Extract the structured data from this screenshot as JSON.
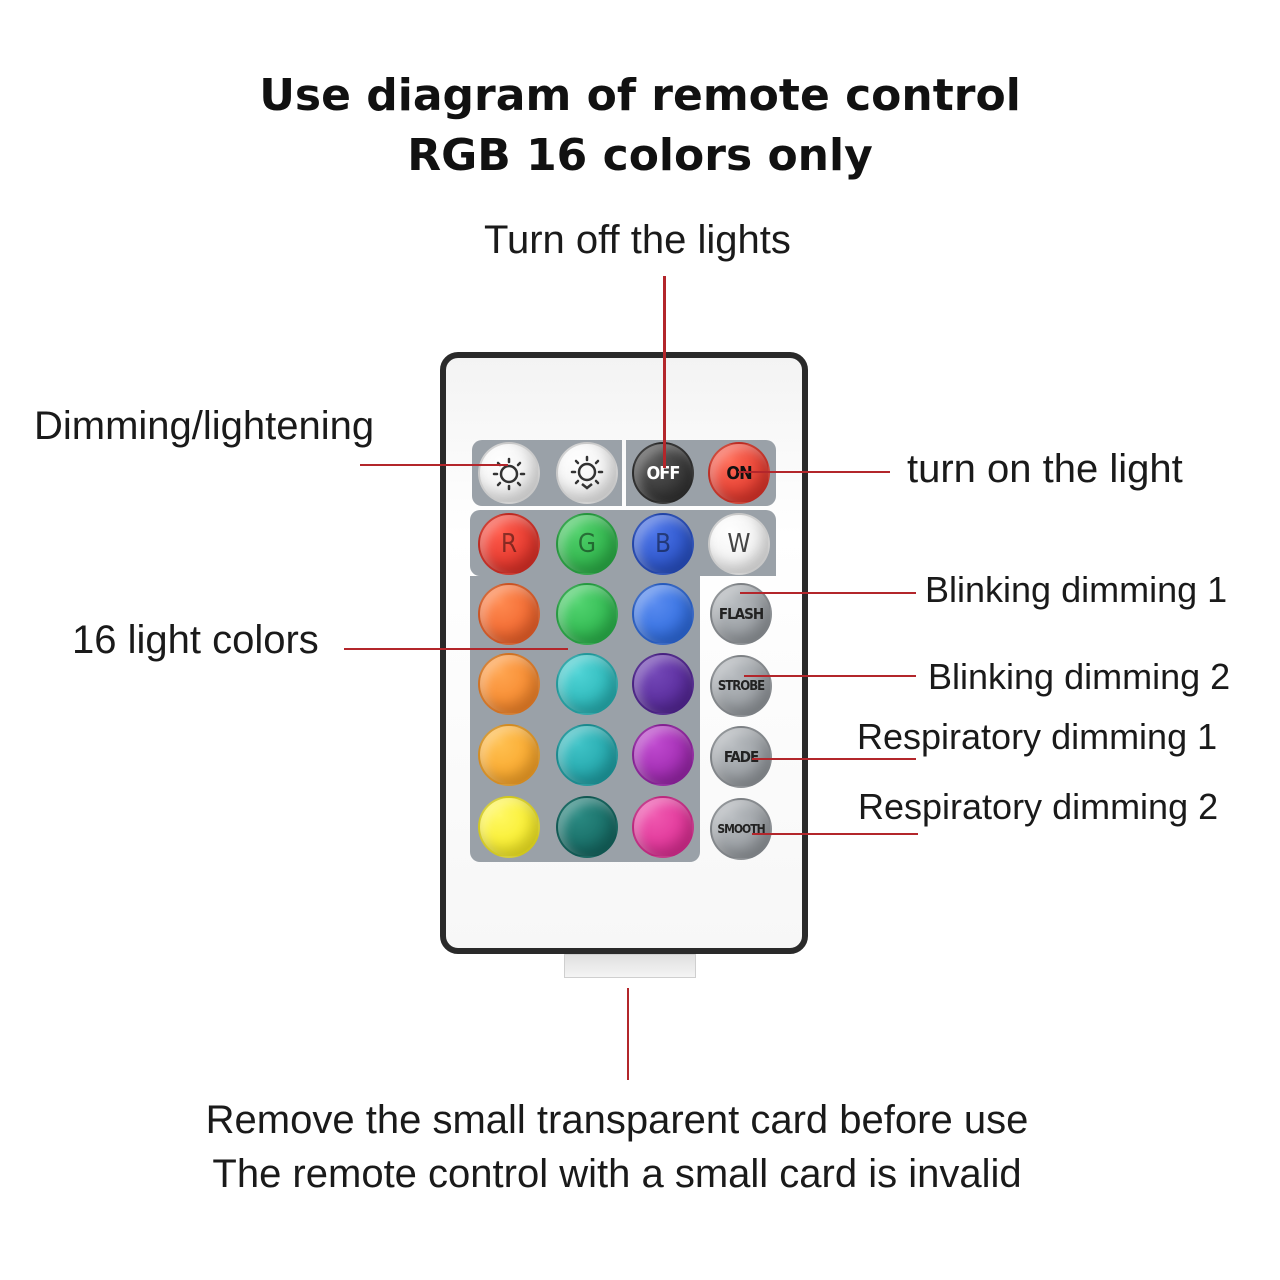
{
  "title": {
    "line1": "Use diagram of remote control",
    "line2": "RGB 16 colors only"
  },
  "labels": {
    "turn_off": "Turn off the lights",
    "dimming": "Dimming/lightening",
    "turn_on": "turn on the light",
    "blink1": "Blinking dimming 1",
    "sixteen": "16 light colors",
    "blink2": "Blinking dimming 2",
    "resp1": "Respiratory dimming 1",
    "resp2": "Respiratory dimming 2",
    "note1": "Remove the small transparent card before use",
    "note2": "The remote control with a small card is invalid"
  },
  "remote": {
    "top_row": [
      {
        "kind": "icon",
        "icon": "brightness-down-icon"
      },
      {
        "kind": "icon",
        "icon": "brightness-up-icon"
      },
      {
        "kind": "text",
        "text": "OFF",
        "color": "#2b2b2b"
      },
      {
        "kind": "text",
        "text": "ON",
        "color": "#e0301e"
      }
    ],
    "letter_row": [
      {
        "text": "R",
        "color": "#d2231c"
      },
      {
        "text": "G",
        "color": "#1fa33b"
      },
      {
        "text": "B",
        "color": "#1d44b8"
      },
      {
        "text": "W",
        "color": "#ffffff"
      }
    ],
    "color_grid": [
      [
        "#e8541d",
        "#1ea93f",
        "#1f5fd6"
      ],
      [
        "#f07a1c",
        "#1aa6a8",
        "#4a1c8c"
      ],
      [
        "#f59a1a",
        "#14959a",
        "#8d1a9e"
      ],
      [
        "#f3e60f",
        "#0d5b55",
        "#d6208a"
      ]
    ],
    "mode_buttons": [
      "FLASH",
      "STROBE",
      "FADE",
      "SMOOTH"
    ]
  },
  "colors": {
    "leader_line": "#b3262b",
    "panel": "#9aa1a8"
  }
}
